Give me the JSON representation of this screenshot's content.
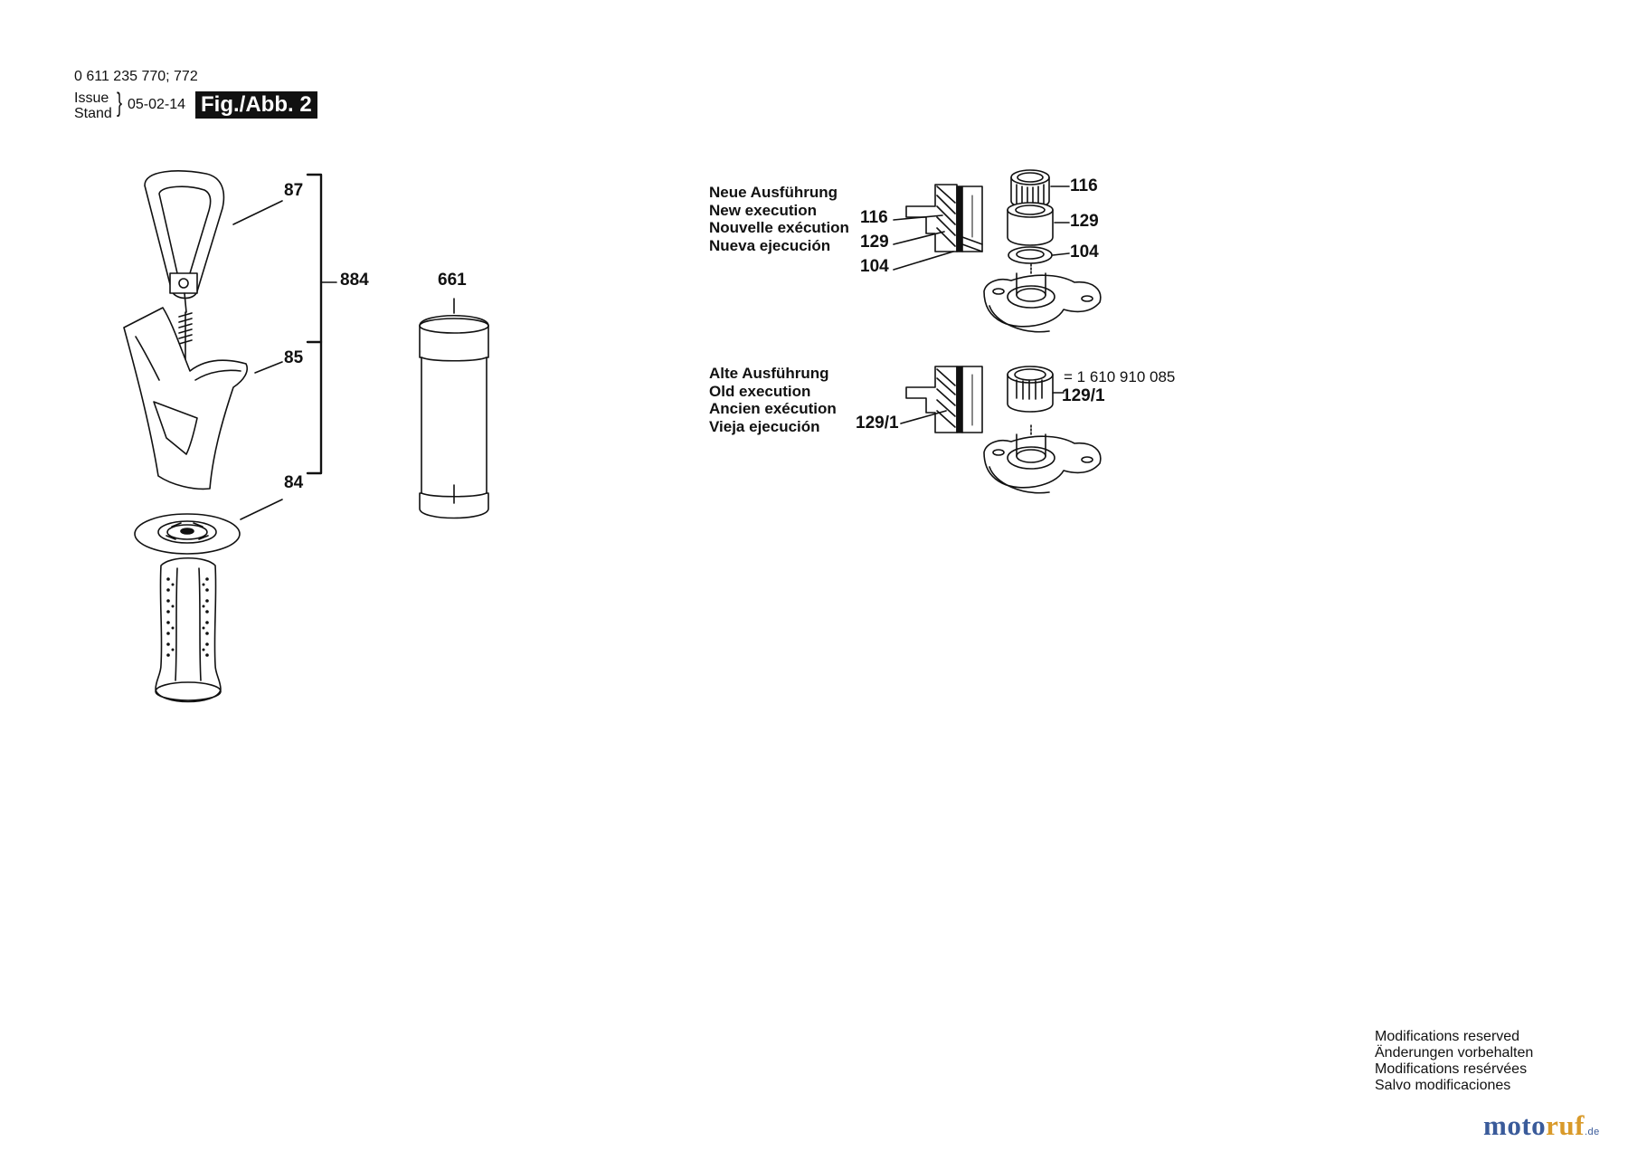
{
  "header": {
    "doc_number": "0 611 235 770; 772",
    "issue_label": "Issue",
    "stand_label": "Stand",
    "bracket": "}",
    "date": "05-02-14",
    "figure": "Fig./Abb. 2"
  },
  "parts_left": {
    "p87": "87",
    "p884": "884",
    "p85": "85",
    "p84": "84",
    "p661": "661"
  },
  "new_execution": {
    "lines": [
      "Neue Ausführung",
      "New execution",
      "Nouvelle exécution",
      "Nueva ejecución"
    ],
    "left_116": "116",
    "left_129": "129",
    "left_104": "104",
    "right_116": "116",
    "right_129": "129",
    "right_104": "104"
  },
  "old_execution": {
    "lines": [
      "Alte Ausführung",
      "Old execution",
      "Ancien exécution",
      "Vieja ejecución"
    ],
    "left_1291": "129/1",
    "right_1291": "129/1",
    "equals_note": "= 1 610 910 085"
  },
  "footer": {
    "modifications": [
      "Modifications reserved",
      "Änderungen vorbehalten",
      "Modifications resérvées",
      "Salvo modificaciones"
    ],
    "brand_part1": "moto",
    "brand_part2": "ruf",
    "brand_suffix": ".de"
  },
  "colors": {
    "ink": "#111111",
    "brand_blue": "#3a5b9a",
    "brand_orange": "#d99a2a"
  },
  "icons": [
    "strap-icon",
    "clamp-bracket-icon",
    "handle-disc-icon",
    "grip-handle-icon",
    "sleeve-tube-icon",
    "needle-bearing-icon",
    "bearing-bush-icon",
    "washer-ring-icon",
    "bearing-flange-icon",
    "housing-section-icon"
  ]
}
